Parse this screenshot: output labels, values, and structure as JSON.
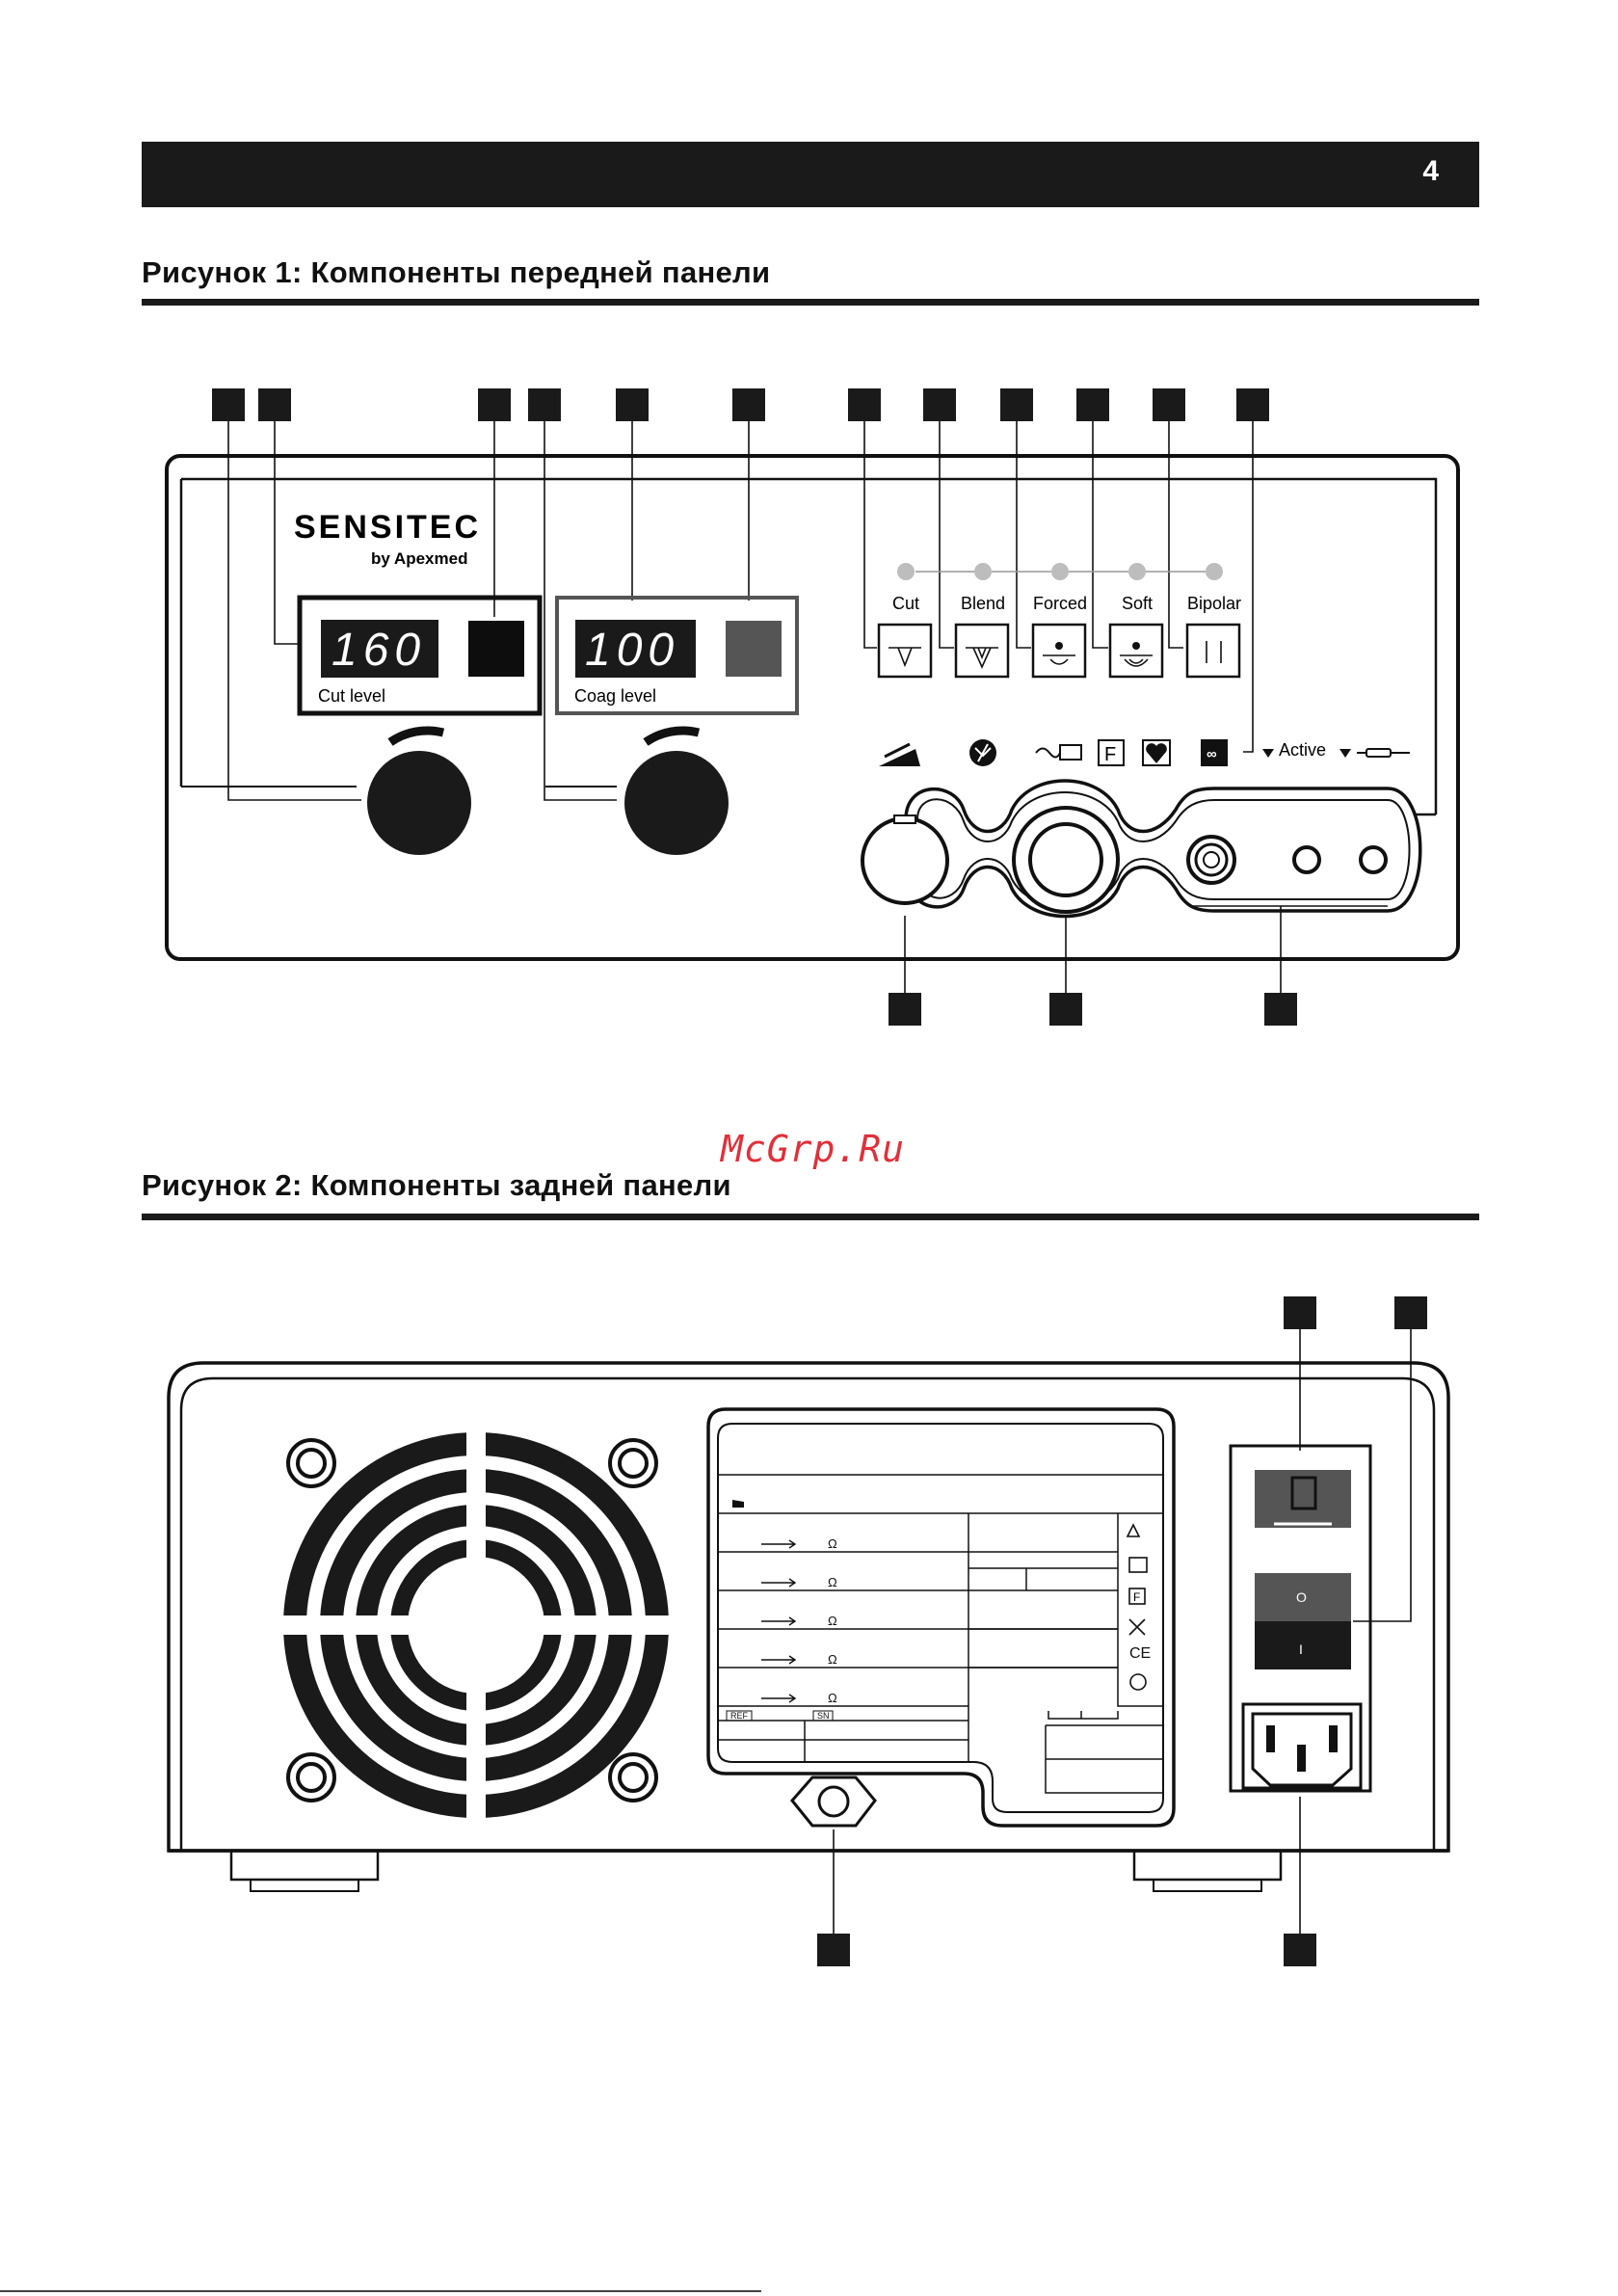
{
  "header": {
    "page_number": "4"
  },
  "figure1": {
    "title": "Рисунок 1: Компоненты передней панели",
    "brand": "SENSITEC",
    "brand_sub": "by Apexmed",
    "cut_display": "160",
    "cut_label": "Cut level",
    "coag_display": "100",
    "coag_label": "Coag level",
    "modes": [
      "Cut",
      "Blend",
      "Forced",
      "Soft",
      "Bipolar"
    ],
    "active_label": "Active"
  },
  "figure2": {
    "title": "Рисунок 2: Компоненты задней панели",
    "omega": "Ω",
    "ref": "REF",
    "sn": "SN",
    "ce": "CE",
    "switch_off": "O",
    "switch_on": "I"
  },
  "watermark": "McGrp.Ru"
}
